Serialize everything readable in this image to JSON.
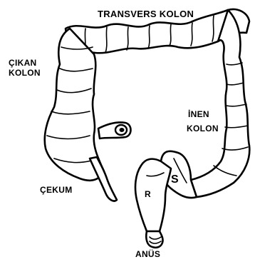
{
  "diagram": {
    "labels": {
      "transverse": "TRANSVERS KOLON",
      "ascending_line1": "ÇIKAN",
      "ascending_line2": "KOLON",
      "descending_line1": "İNEN",
      "descending_line2": "KOLON",
      "cecum": "ÇEKUM",
      "sigmoid": "S",
      "rectum": "R",
      "anus": "ANÜS"
    },
    "colors": {
      "outline": "#000000",
      "background": "#ffffff"
    }
  }
}
